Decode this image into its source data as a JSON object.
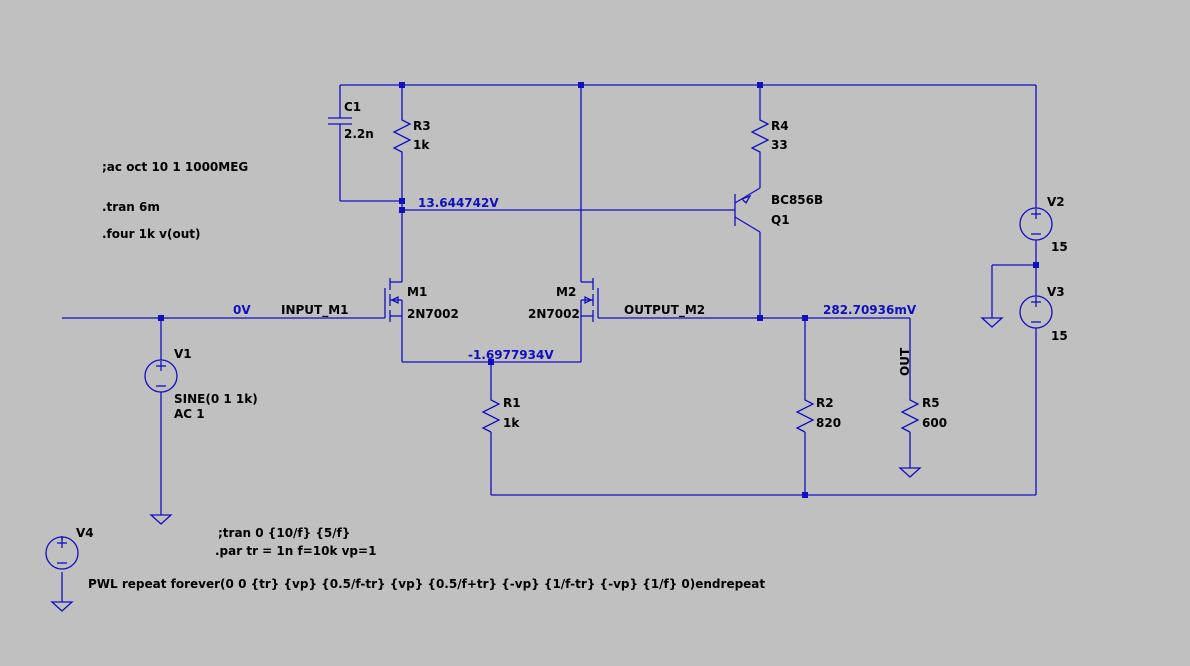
{
  "colors": {
    "background": "#c0c0c0",
    "wire": "#1010c0",
    "text": "#000000",
    "voltage": "#1010c0"
  },
  "directives": {
    "ac": ";ac oct 10 1 1000MEG",
    "tran": ".tran 6m",
    "four": ".four 1k v(out)",
    "tran_alt": ";tran 0 {10/f} {5/f}",
    "par": ".par tr = 1n f=10k vp=1"
  },
  "components": {
    "C1": {
      "ref": "C1",
      "value": "2.2n"
    },
    "R3": {
      "ref": "R3",
      "value": "1k"
    },
    "R4": {
      "ref": "R4",
      "value": "33"
    },
    "Q1": {
      "ref": "Q1",
      "model": "BC856B"
    },
    "V2": {
      "ref": "V2",
      "value": "15"
    },
    "V3": {
      "ref": "V3",
      "value": "15"
    },
    "M1": {
      "ref": "M1",
      "model": "2N7002"
    },
    "M2": {
      "ref": "M2",
      "model": "2N7002"
    },
    "R1": {
      "ref": "R1",
      "value": "1k"
    },
    "R2": {
      "ref": "R2",
      "value": "820"
    },
    "R5": {
      "ref": "R5",
      "value": "600"
    },
    "V1": {
      "ref": "V1",
      "value": "SINE(0 1 1k)",
      "ac": "AC 1"
    },
    "V4": {
      "ref": "V4",
      "value": "PWL repeat forever(0 0 {tr} {vp} {0.5/f-tr} {vp} {0.5/f+tr} {-vp} {1/f-tr} {-vp} {1/f} 0)endrepeat"
    }
  },
  "nets": {
    "input": "INPUT_M1",
    "output": "OUTPUT_M2",
    "out": "OUT"
  },
  "node_voltages": {
    "collector_r3": "13.644742V",
    "input": "0V",
    "sources": "-1.6977934V",
    "output": "282.70936mV"
  }
}
